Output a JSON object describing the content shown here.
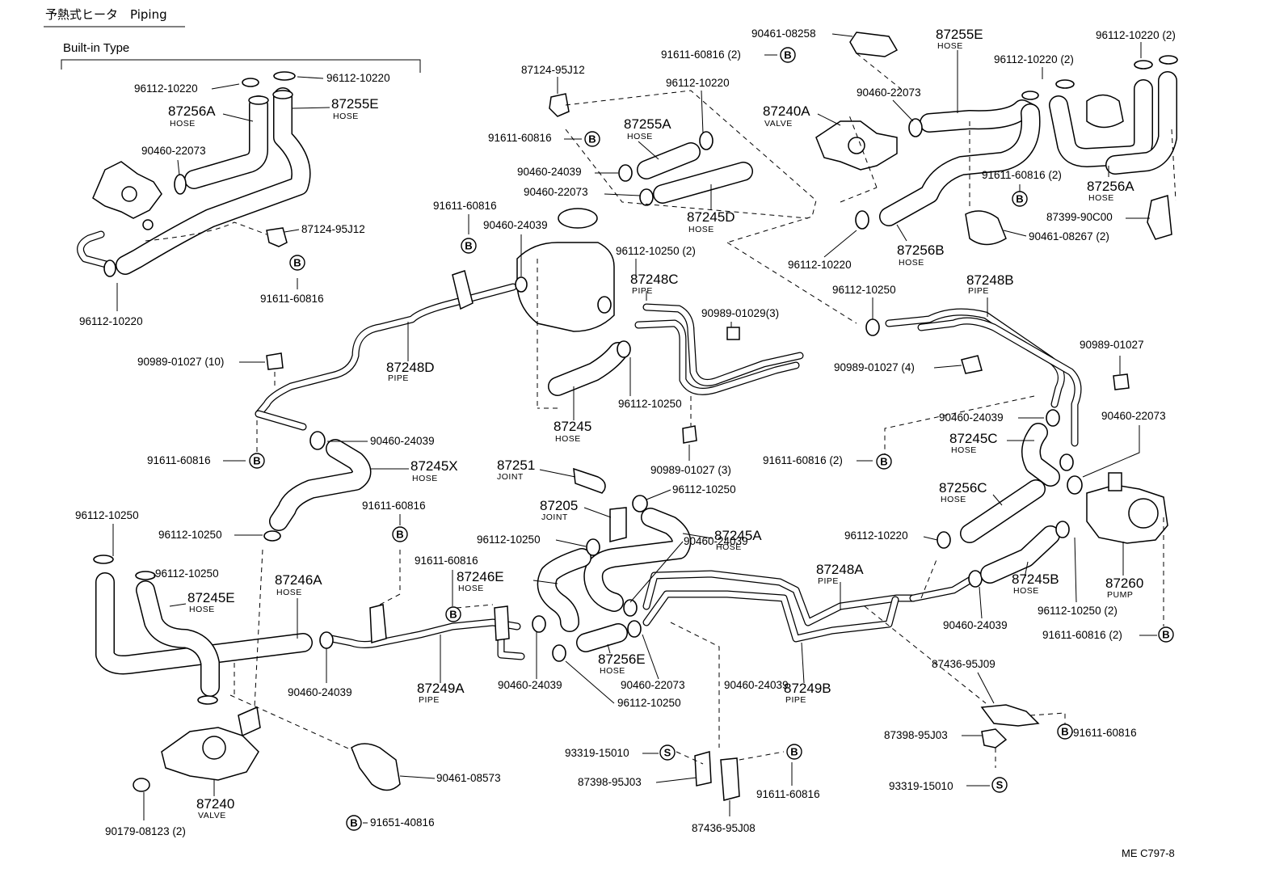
{
  "header": {
    "title": "予熱式ヒータ　Piping",
    "subtitle": "Built-in Type"
  },
  "footer": {
    "ref_code": "ME  C797-8"
  },
  "circle_markers": {
    "b": "B",
    "s": "S"
  },
  "labels": {
    "l001": "96112-10220",
    "l002": "96112-10220",
    "l003": "87256A",
    "l003s": "HOSE",
    "l004": "87255E",
    "l004s": "HOSE",
    "l005": "90460-22073",
    "l006": "87124-95J12",
    "l007": "91611-60816",
    "l008": "96112-10220",
    "l009": "87124-95J12",
    "l010": "91611-60816",
    "l011": "91611-60816 (2)",
    "l012": "96112-10220",
    "l013": "87255A",
    "l013s": "HOSE",
    "l014": "90460-24039",
    "l015": "90460-22073",
    "l016": "87245D",
    "l016s": "HOSE",
    "l017": "90461-08258",
    "l018": "87255E",
    "l018s": "HOSE",
    "l019": "96112-10220 (2)",
    "l020": "96112-10220 (2)",
    "l021": "90460-22073",
    "l022": "87240A",
    "l022s": "VALVE",
    "l023": "91611-60816 (2)",
    "l024": "87256A",
    "l024s": "HOSE",
    "l025": "87399-90C00",
    "l026": "90461-08267 (2)",
    "l027": "96112-10220",
    "l028": "87256B",
    "l028s": "HOSE",
    "l029": "91611-60816",
    "l030": "90460-24039",
    "l031": "96112-10250 (2)",
    "l032": "87248C",
    "l032s": "PIPE",
    "l033": "90989-01029(3)",
    "l034": "96112-10250",
    "l035": "87248B",
    "l035s": "PIPE",
    "l036": "90989-01027 (10)",
    "l037": "87248D",
    "l037s": "PIPE",
    "l038": "87245",
    "l038s": "HOSE",
    "l039": "96112-10250",
    "l040": "90989-01027 (4)",
    "l041": "90989-01027",
    "l042": "90460-24039",
    "l043": "91611-60816",
    "l044": "90989-01027 (3)",
    "l045": "90460-24039",
    "l046": "90460-22073",
    "l047": "87245X",
    "l047s": "HOSE",
    "l048": "91611-60816 (2)",
    "l049": "87245C",
    "l049s": "HOSE",
    "l050": "87251",
    "l050s": "JOINT",
    "l051": "96112-10250",
    "l052": "87256C",
    "l052s": "HOSE",
    "l053": "96112-10250",
    "l054": "91611-60816",
    "l055": "87205",
    "l055s": "JOINT",
    "l056": "96112-10250",
    "l057": "96112-10250",
    "l058": "87245A",
    "l058s": "HOSE",
    "l059": "96112-10220",
    "l060": "96112-10250",
    "l061": "91611-60816",
    "l062": "90460-24039",
    "l063": "87246E",
    "l063s": "HOSE",
    "l064": "87246A",
    "l064s": "HOSE",
    "l065": "87245E",
    "l065s": "HOSE",
    "l066": "87248A",
    "l066s": "PIPE",
    "l067": "87245B",
    "l067s": "HOSE",
    "l068": "87260",
    "l068s": "PUMP",
    "l069": "90460-24039",
    "l070": "96112-10250 (2)",
    "l071": "91611-60816 (2)",
    "l072": "90460-24039",
    "l073": "87249A",
    "l073s": "PIPE",
    "l074": "90460-24039",
    "l075": "87256E",
    "l075s": "HOSE",
    "l076": "90460-22073",
    "l077": "87249B",
    "l077s": "PIPE",
    "l078": "96112-10250",
    "l079": "87436-95J09",
    "l080": "90460-24039",
    "l081": "87398-95J03",
    "l082": "91611-60816",
    "l083": "93319-15010",
    "l084": "93319-15010",
    "l085": "87398-95J03",
    "l086": "91611-60816",
    "l087": "90461-08573",
    "l088": "87240",
    "l088s": "VALVE",
    "l089": "90179-08123 (2)",
    "l090": "91651-40816",
    "l091": "87436-95J08"
  }
}
